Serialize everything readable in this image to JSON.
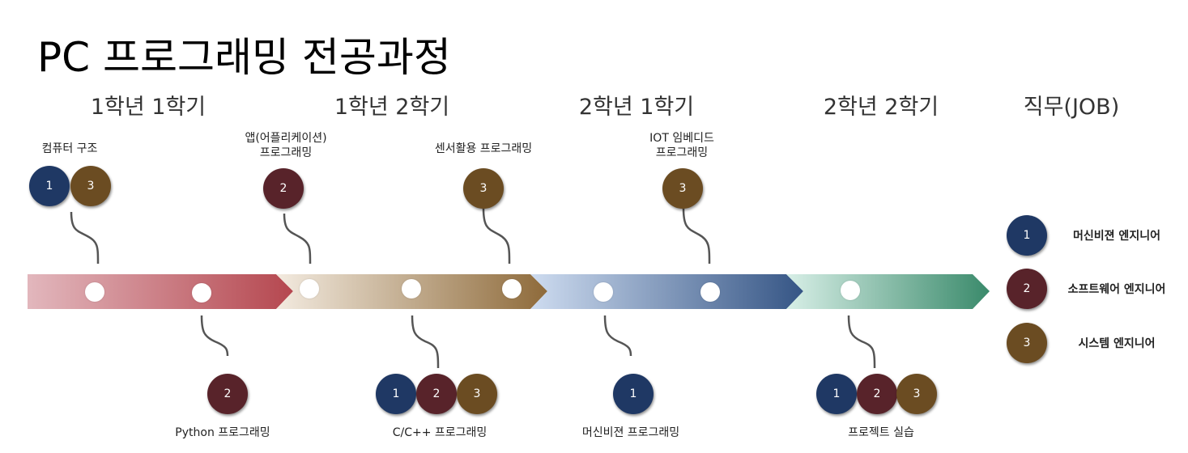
{
  "title": "PC 프로그래밍 전공과정",
  "phases": [
    "1학년 1학기",
    "1학년 2학기",
    "2학년 1학기",
    "2학년 2학기"
  ],
  "job_header": "직무(JOB)",
  "colors": {
    "engineer_1": "#1f3864",
    "engineer_2": "#58232a",
    "engineer_3": "#6b4c22",
    "segment_1": [
      "#e2b7bd",
      "#b5474f"
    ],
    "segment_2": [
      "#f0e6d8",
      "#8e6a3a"
    ],
    "segment_3": [
      "#c9d8ef",
      "#355585"
    ],
    "segment_4": [
      "#d3ede4",
      "#3a8a6b"
    ]
  },
  "courses": {
    "computer_structure": {
      "label": [
        "컴퓨터 구조"
      ],
      "badges": [
        "1",
        "3"
      ]
    },
    "app_programming": {
      "label": [
        "앱(어플리케이션)",
        "프로그래밍"
      ],
      "badges": [
        "2"
      ]
    },
    "sensor_programming": {
      "label": [
        "센서활용 프로그래밍"
      ],
      "badges": [
        "3"
      ]
    },
    "iot_programming": {
      "label": [
        "IOT 임베디드",
        "프로그래밍"
      ],
      "badges": [
        "3"
      ]
    },
    "python_programming": {
      "label": [
        "Python 프로그래밍"
      ],
      "badges": [
        "2"
      ]
    },
    "c_programming": {
      "label": [
        "C/C++ 프로그래밍"
      ],
      "badges": [
        "1",
        "2",
        "3"
      ]
    },
    "machine_vision_programming": {
      "label": [
        "머신비젼 프로그래밍"
      ],
      "badges": [
        "1"
      ]
    },
    "project_practice": {
      "label": [
        "프로젝트 실습"
      ],
      "badges": [
        "1",
        "2",
        "3"
      ]
    }
  },
  "legend": [
    {
      "number": "1",
      "label": "머신비젼 엔지니어"
    },
    {
      "number": "2",
      "label": "소프트웨어 엔지니어"
    },
    {
      "number": "3",
      "label": "시스템 엔지니어"
    }
  ]
}
